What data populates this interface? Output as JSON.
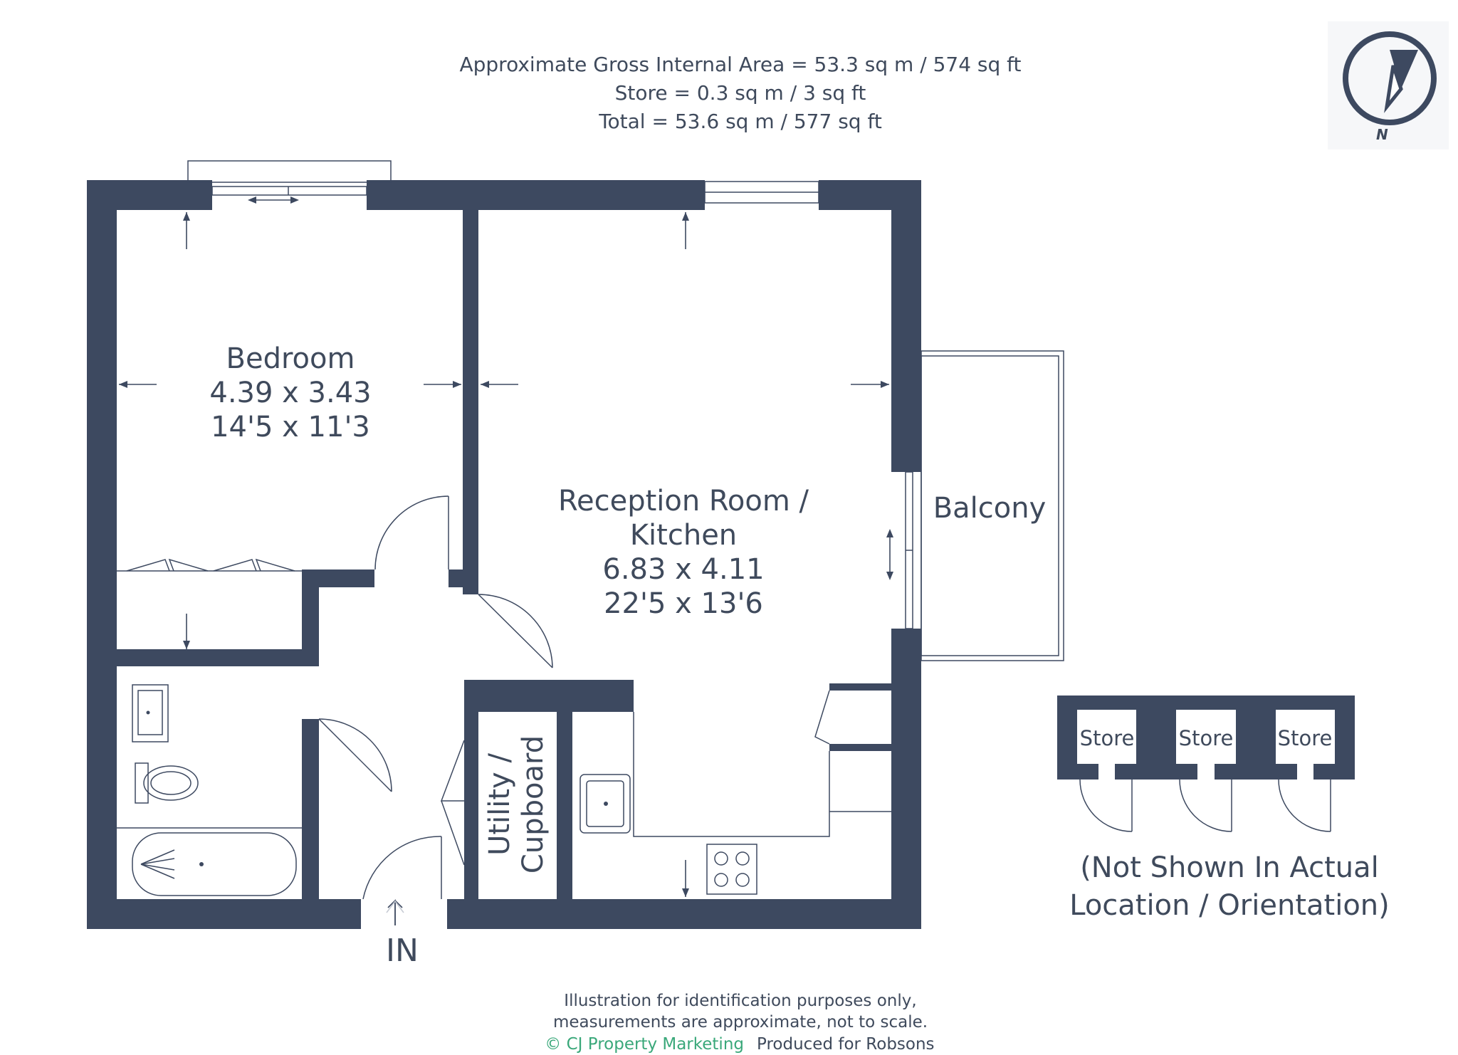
{
  "header": {
    "area_lines": [
      "Approximate Gross Internal Area = 53.3 sq m / 574 sq ft",
      "Store = 0.3 sq m / 3 sq ft",
      "Total = 53.6 sq m / 577 sq ft"
    ]
  },
  "compass": {
    "label": "N"
  },
  "rooms": {
    "bedroom": {
      "name": "Bedroom",
      "metric": "4.39 x 3.43",
      "imperial": "14'5 x 11'3"
    },
    "reception": {
      "name_line1": "Reception Room /",
      "name_line2": "Kitchen",
      "metric": "6.83 x 4.11",
      "imperial": "22'5 x 13'6"
    },
    "balcony": {
      "name": "Balcony"
    },
    "utility": {
      "line1": "Utility /",
      "line2": "Cupboard"
    }
  },
  "entrance": {
    "label": "IN"
  },
  "stores": {
    "labels": [
      "Store",
      "Store",
      "Store"
    ],
    "note_line1": "(Not Shown In Actual",
    "note_line2": "Location / Orientation)"
  },
  "footer": {
    "line1": "Illustration for identification purposes only,",
    "line2": "measurements are approximate, not to scale.",
    "copyright": "© CJ Property Marketing",
    "produced": "Produced for Robsons",
    "brand_color": "#3aa87a"
  },
  "colors": {
    "wall": "#3d4960",
    "text": "#3f4a5c"
  }
}
